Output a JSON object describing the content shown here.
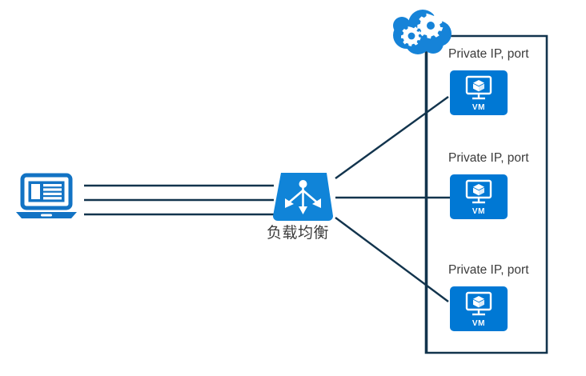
{
  "diagram": {
    "title": "Azure Load Balancer distributing traffic to virtual machines",
    "colors": {
      "azure_blue": "#0078d4",
      "line_navy": "#12344d",
      "text_gray": "#3b3b3b",
      "white": "#ffffff"
    },
    "client": {
      "icon": "laptop-icon",
      "label": ""
    },
    "cloud": {
      "icon": "cloud-gears-icon",
      "label": ""
    },
    "load_balancer": {
      "icon": "load-balancer-icon",
      "label": "负载均衡"
    },
    "vnet": {
      "name": "virtual-network-boundary",
      "subnet_line": "subnet-line"
    },
    "backend_nodes": [
      {
        "address_label": "Private IP, port",
        "icon": "vm-icon",
        "caption": "VM"
      },
      {
        "address_label": "Private IP, port",
        "icon": "vm-icon",
        "caption": "VM"
      },
      {
        "address_label": "Private IP, port",
        "icon": "vm-icon",
        "caption": "VM"
      }
    ],
    "connections": [
      {
        "name": "client-to-lb-line-1"
      },
      {
        "name": "client-to-lb-line-2"
      },
      {
        "name": "client-to-lb-line-3"
      },
      {
        "name": "lb-to-vm1-line"
      },
      {
        "name": "lb-to-vm2-line"
      },
      {
        "name": "lb-to-vm3-line"
      }
    ]
  }
}
